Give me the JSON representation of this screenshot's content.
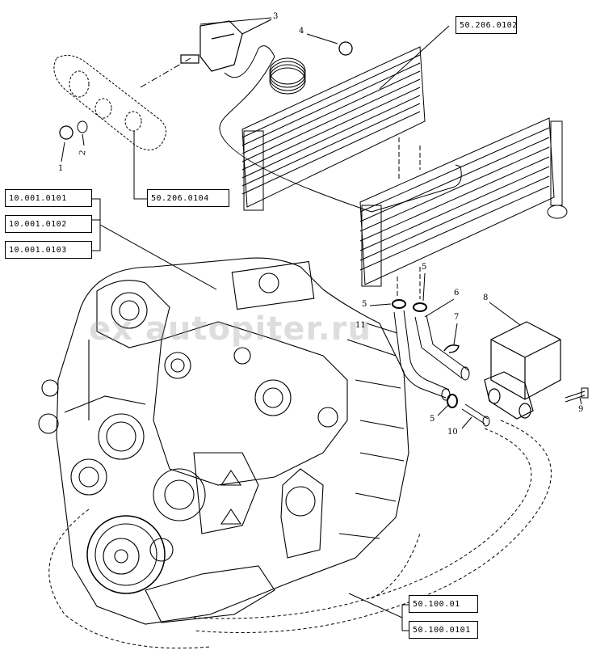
{
  "references": {
    "top_right": "50.206.0102",
    "control_panel": "50.206.0104",
    "engine_1": "10.001.0101",
    "engine_2": "10.001.0102",
    "engine_3": "10.001.0103",
    "bottom_1": "50.100.01",
    "bottom_2": "50.100.0101"
  },
  "callouts": {
    "c1": "1",
    "c2": "2",
    "c3": "3",
    "c4": "4",
    "c5a": "5",
    "c5b": "5",
    "c5c": "5",
    "c6": "6",
    "c7": "7",
    "c8": "8",
    "c9": "9",
    "c10": "10",
    "c11": "11"
  },
  "watermark": "ex   autopiter.ru",
  "colors": {
    "line": "#000000",
    "background": "#ffffff"
  }
}
